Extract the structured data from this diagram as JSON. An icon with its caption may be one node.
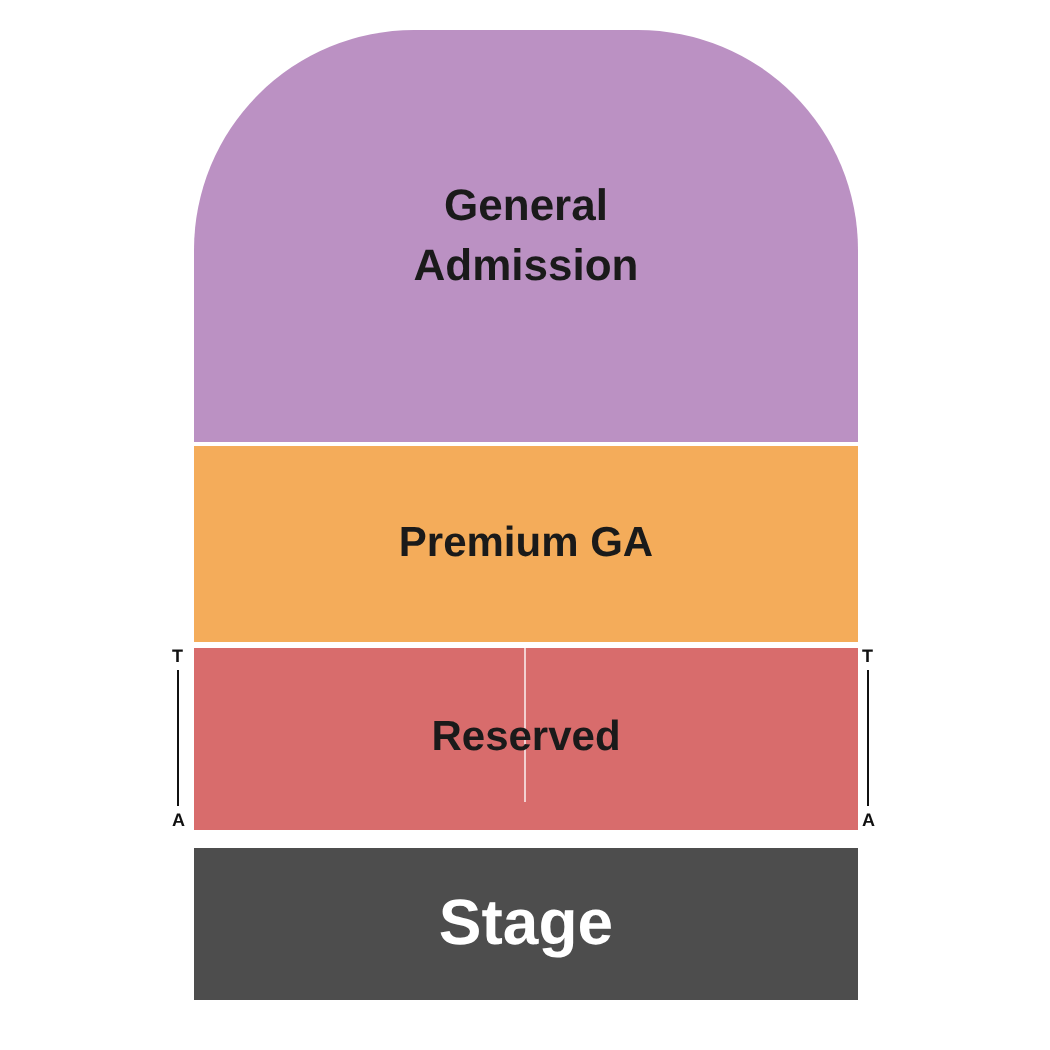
{
  "diagram": {
    "nodes": [
      {
        "text": [
          "General Admission"
        ]
      },
      {
        "text": [
          "Premium GA"
        ]
      },
      {
        "text": [
          "Reserved"
        ]
      },
      {
        "text": [
          "Stage"
        ]
      }
    ],
    "labels": [
      "T",
      "A",
      "T",
      "A"
    ]
  }
}
